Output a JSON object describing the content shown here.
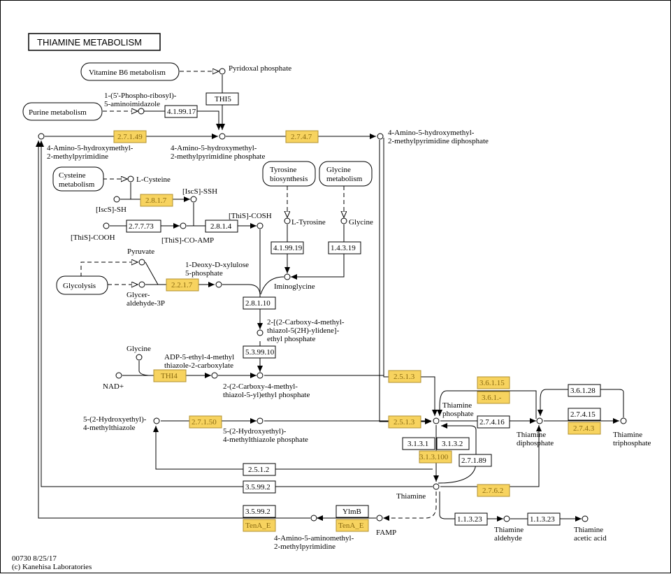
{
  "title": "THIAMINE  METABOLISM",
  "footer": {
    "line1": "00730 8/25/17",
    "line2": "(c) Kanehisa Laboratories"
  },
  "maps": {
    "vitb6": "Vitamine B6 metabolism",
    "purine": "Purine metabolism",
    "cysteine_1": "Cysteine",
    "cysteine_2": "metabolism",
    "tyrosine_1": "Tyrosine",
    "tyrosine_2": "biosynthesis",
    "glycine_1": "Glycine",
    "glycine_2": "metabolism",
    "glycolysis": "Glycolysis"
  },
  "compounds": {
    "pyridoxal_p": "Pyridoxal phosphate",
    "air_1": "1-(5'-Phospho-ribosyl)-",
    "air_2": "5-aminoimidazole",
    "hmp_1": "4-Amino-5-hydroxymethyl-",
    "hmp_2": "2-methylpyrimidine",
    "hmpp_1": "4-Amino-5-hydroxymethyl-",
    "hmpp_2": "2-methylpyrimidine phosphate",
    "hmppp_1": "4-Amino-5-hydroxymethyl-",
    "hmppp_2": "2-methylpyrimidine diphosphate",
    "lcys": "L-Cysteine",
    "iscs_ssh": "[IscS]-SSH",
    "iscs_sh": "[IscS]-SH",
    "this_cosh": "[ThiS]-COSH",
    "this_cooh": "[ThiS]-COOH",
    "this_coamp": "[ThiS]-CO-AMP",
    "ltyr": "L-Tyrosine",
    "glycine": "Glycine",
    "iminoglycine": "Iminoglycine",
    "pyruvate": "Pyruvate",
    "dxp_1": "1-Deoxy-D-xylulose",
    "dxp_2": "5-phosphate",
    "gap_1": "Glycer-",
    "gap_2": "aldehyde-3P",
    "cthz_1": "2-[(2-Carboxy-4-methyl-",
    "cthz_2": "thiazol-5(2H)-ylidene]-",
    "cthz_3": "ethyl phosphate",
    "glycine2": "Glycine",
    "adt_1": "ADP-5-ethyl-4-methyl",
    "adt_2": "thiazole-2-carboxylate",
    "nad": "NAD+",
    "cthzp_1": "2-(2-Carboxy-4-methyl-",
    "cthzp_2": "thiazol-5-yl)ethyl phosphate",
    "tmp_1": "Thiamine",
    "tmp_2": "phosphate",
    "tpp_1": "Thiamine",
    "tpp_2": "diphosphate",
    "ttp_1": "Thiamine",
    "ttp_2": "triphosphate",
    "het_1": "5-(2-Hydroxyethyl)-",
    "het_2": "4-methylthiazole",
    "hetp_1": "5-(2-Hydroxyethyl)-",
    "hetp_2": "4-methylthiazole phosphate",
    "thiamine": "Thiamine",
    "famp": "FAMP",
    "ampm_1": "4-Amino-5-aminomethyl-",
    "ampm_2": "2-methylpyrimidine",
    "th_ald_1": "Thiamine",
    "th_ald_2": "aldehyde",
    "th_acid_1": "Thiamine",
    "th_acid_2": "acetic acid"
  },
  "enzymes": {
    "e_thi5": "THI5",
    "e_419917": "4.1.99.17",
    "e_2749": "2.7.1.49",
    "e_2747": "2.7.4.7",
    "e_2817": "2.8.1.7",
    "e_27773": "2.7.7.73",
    "e_2814": "2.8.1.4",
    "e_419919": "4.1.99.19",
    "e_14319": "1.4.3.19",
    "e_2217": "2.2.1.7",
    "e_28110": "2.8.1.10",
    "e_539910": "5.3.99.10",
    "e_thi4": "THI4",
    "e_2513a": "2.5.1.3",
    "e_36115": "3.6.1.15",
    "e_361": "3.6.1.-",
    "e_36128": "3.6.1.28",
    "e_27415": "2.7.4.15",
    "e_2743": "2.7.4.3",
    "e_2715": "2.7.1.50",
    "e_2513b": "2.5.1.3",
    "e_27416": "2.7.4.16",
    "e_3131": "3.1.3.1",
    "e_3132": "3.1.3.2",
    "e_313100": "3.1.3.100",
    "e_27189": "2.7.1.89",
    "e_2512": "2.5.1.2",
    "e_35992a": "3.5.99.2",
    "e_2762": "2.7.6.2",
    "e_35992b": "3.5.99.2",
    "e_tenae_a": "TenA_E",
    "e_ylmb": "YlmB",
    "e_tenae_b": "TenA_E",
    "e_11323a": "1.1.3.23",
    "e_11323b": "1.1.3.23"
  },
  "colors": {
    "organism_highlight": "#f7d35f",
    "highlight_text": "#8a6a10"
  }
}
